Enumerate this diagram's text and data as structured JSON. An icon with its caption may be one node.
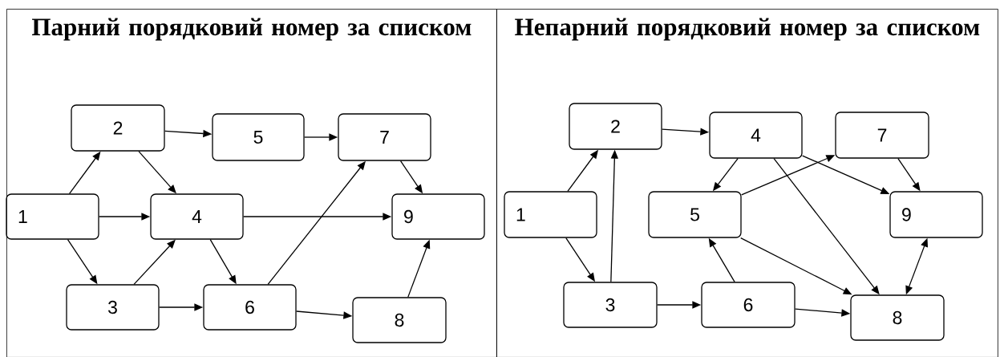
{
  "diagram": {
    "nodes": [
      {
        "text": [
          "Парний порядковий номер за списком"
        ]
      },
      {
        "text": [
          "1"
        ],
        "in": 0
      },
      {
        "text": [
          "2"
        ],
        "in": 0
      },
      {
        "text": [
          "3"
        ],
        "in": 0
      },
      {
        "text": [
          "4"
        ],
        "in": 0
      },
      {
        "text": [
          "5"
        ],
        "in": 0
      },
      {
        "text": [
          "6"
        ],
        "in": 0
      },
      {
        "text": [
          "7"
        ],
        "in": 0
      },
      {
        "text": [
          "8"
        ],
        "in": 0
      },
      {
        "text": [
          "9"
        ],
        "in": 0
      },
      {
        "text": [
          "Непарний порядковий номер за списком"
        ]
      },
      {
        "text": [
          "1"
        ],
        "in": 10
      },
      {
        "text": [
          "2"
        ],
        "in": 10
      },
      {
        "text": [
          "3"
        ],
        "in": 10
      },
      {
        "text": [
          "4"
        ],
        "in": 10
      },
      {
        "text": [
          "5"
        ],
        "in": 10
      },
      {
        "text": [
          "6"
        ],
        "in": 10
      },
      {
        "text": [
          "7"
        ],
        "in": 10
      },
      {
        "text": [
          "8"
        ],
        "in": 10
      },
      {
        "text": [
          "9"
        ],
        "in": 10
      }
    ],
    "edges": [
      {
        "from": 1,
        "to": 2,
        "arrow": "to"
      },
      {
        "from": 1,
        "to": 4,
        "arrow": "to"
      },
      {
        "from": 1,
        "to": 3,
        "arrow": "to"
      },
      {
        "from": 2,
        "to": 5,
        "arrow": "to"
      },
      {
        "from": 2,
        "to": 4,
        "arrow": "to"
      },
      {
        "from": 3,
        "to": 4,
        "arrow": "to"
      },
      {
        "from": 3,
        "to": 6,
        "arrow": "to"
      },
      {
        "from": 4,
        "to": 9,
        "arrow": "to"
      },
      {
        "from": 4,
        "to": 6,
        "arrow": "to"
      },
      {
        "from": 5,
        "to": 7,
        "arrow": "to"
      },
      {
        "from": 6,
        "to": 7,
        "arrow": "to"
      },
      {
        "from": 6,
        "to": 8,
        "arrow": "to"
      },
      {
        "from": 7,
        "to": 9,
        "arrow": "to"
      },
      {
        "from": 8,
        "to": 9,
        "arrow": "to"
      },
      {
        "from": 11,
        "to": 12,
        "arrow": "to"
      },
      {
        "from": 11,
        "to": 13,
        "arrow": "to"
      },
      {
        "from": 13,
        "to": 12,
        "arrow": "to"
      },
      {
        "from": 12,
        "to": 14,
        "arrow": "to"
      },
      {
        "from": 14,
        "to": 15,
        "arrow": "to"
      },
      {
        "from": 14,
        "to": 19,
        "arrow": "to"
      },
      {
        "from": 14,
        "to": 18,
        "arrow": "to"
      },
      {
        "from": 17,
        "to": 19,
        "arrow": "to"
      },
      {
        "from": 15,
        "to": 17,
        "arrow": "to"
      },
      {
        "from": 15,
        "to": 18,
        "arrow": "to"
      },
      {
        "from": 16,
        "to": 15,
        "arrow": "to"
      },
      {
        "from": 13,
        "to": 16,
        "arrow": "to"
      },
      {
        "from": 16,
        "to": 18,
        "arrow": "to"
      },
      {
        "from": 18,
        "to": 19,
        "arrow": "both"
      }
    ]
  }
}
